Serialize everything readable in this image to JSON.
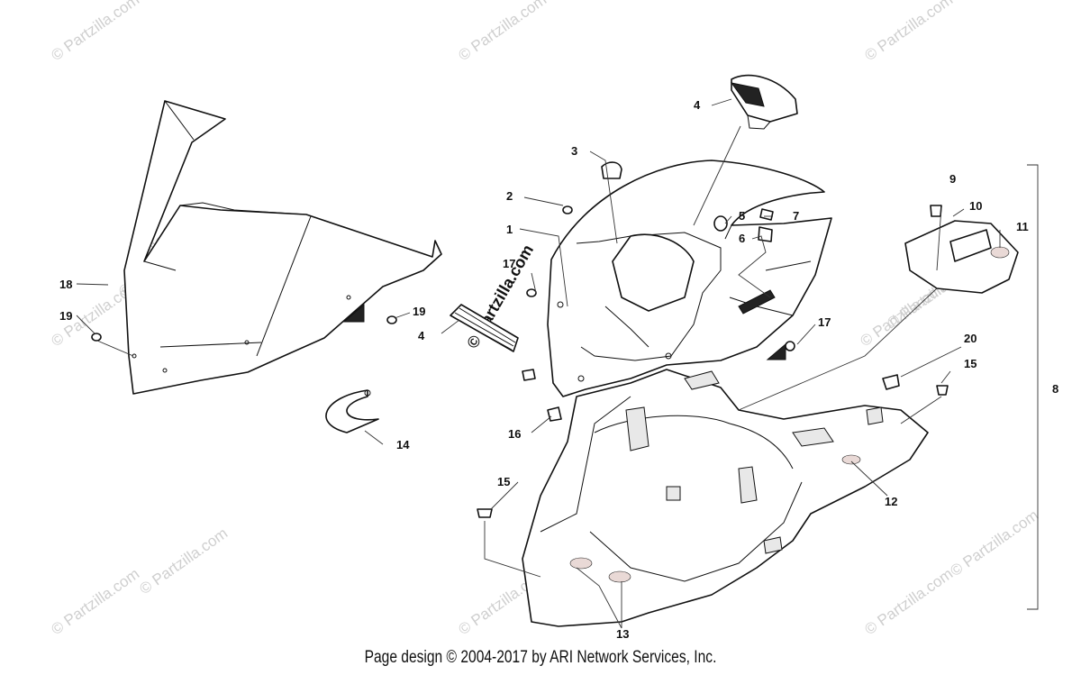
{
  "watermark": {
    "text": "© Partzilla.com",
    "repeats": 14
  },
  "callouts": [
    "1",
    "2",
    "3",
    "4",
    "4",
    "5",
    "6",
    "7",
    "8",
    "9",
    "10",
    "11",
    "12",
    "13",
    "14",
    "15",
    "15",
    "16",
    "17",
    "17",
    "18",
    "19",
    "19",
    "20"
  ],
  "footer": {
    "text": "Page design © 2004-2017 by ARI Network Services, Inc."
  }
}
